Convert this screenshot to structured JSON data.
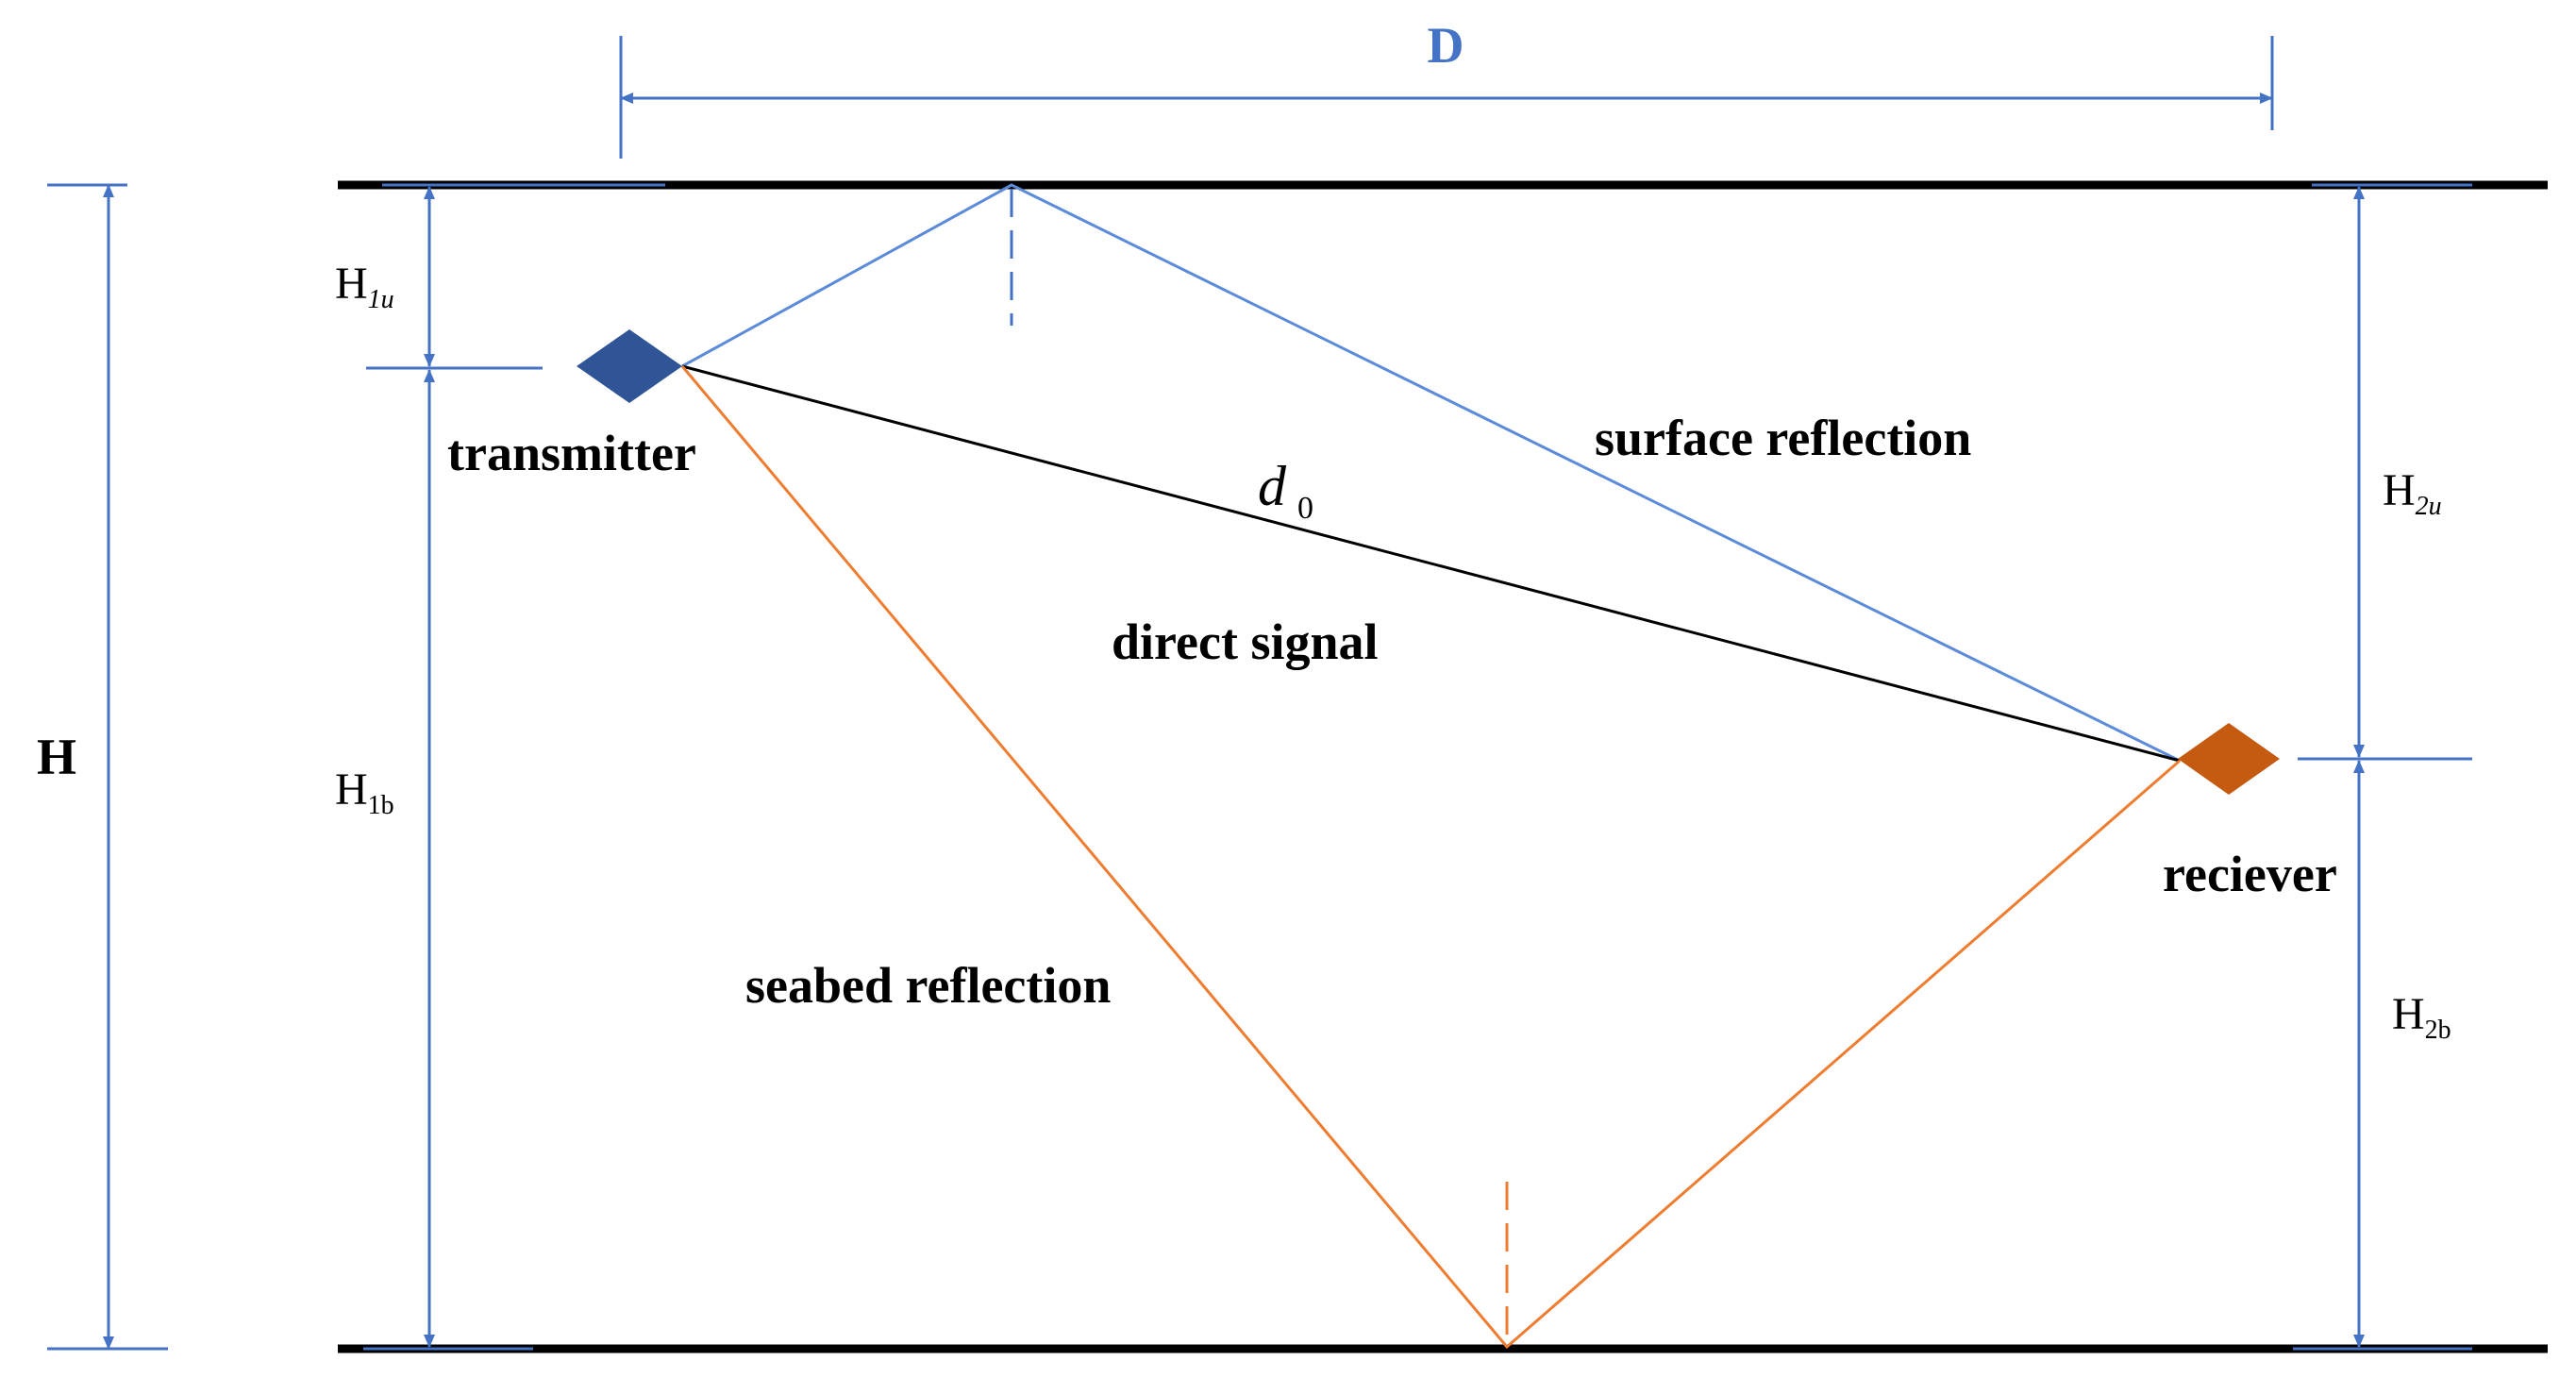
{
  "labels": {
    "D": "D",
    "H": "H",
    "H1u_main": "H",
    "H1u_sub": "1u",
    "H1b_main": "H",
    "H1b_sub": "1b",
    "H2u_main": "H",
    "H2u_sub": "2u",
    "H2b_main": "H",
    "H2b_sub": "2b",
    "transmitter": "transmitter",
    "reciever": "reciever",
    "surface_reflection": "surface reflection",
    "direct_signal": "direct signal",
    "seabed_reflection": "seabed reflection",
    "d0_main": "d",
    "d0_sub": "0"
  },
  "colors": {
    "boundary": "#000000",
    "dimension": "#4472C4",
    "surface_path": "#5B8BD9",
    "direct_path": "#000000",
    "seabed_path": "#ED7D31",
    "transmitter": "#2F5597",
    "receiver": "#C55A11"
  }
}
